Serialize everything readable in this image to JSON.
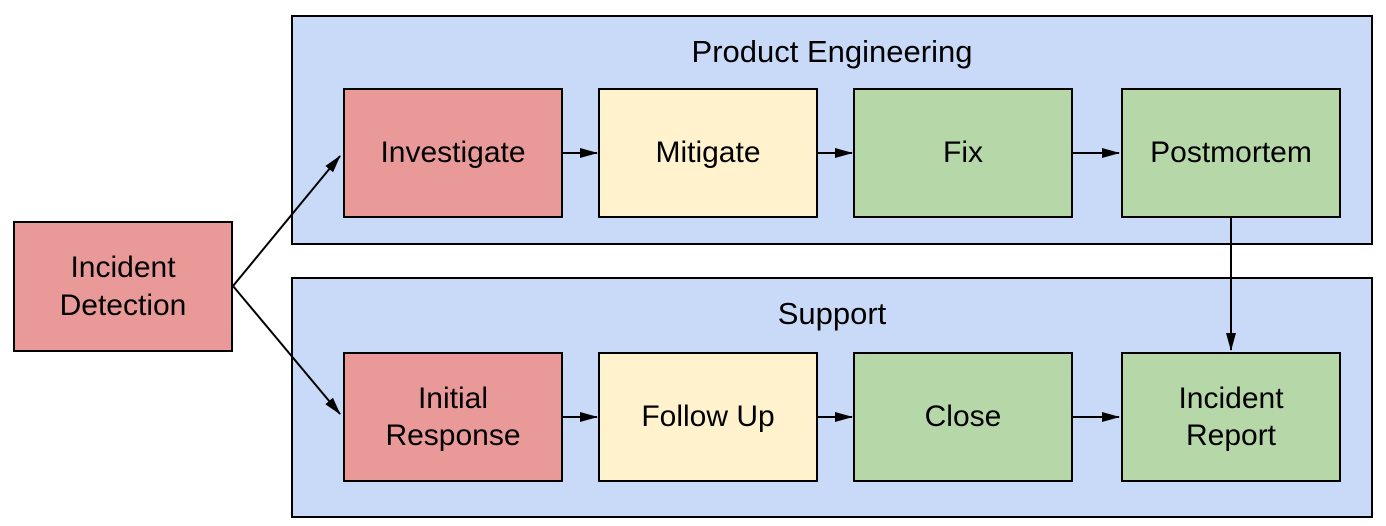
{
  "diagram_type": "flowchart",
  "colors": {
    "background": "#FFFFFF",
    "lane_fill": "#C9DAF8",
    "node_red": "#EA9999",
    "node_yellow": "#FFF2CC",
    "node_green": "#B6D7A8",
    "border": "#000000",
    "text": "#000000"
  },
  "start_node": {
    "label": "Incident Detection",
    "fill": "node_red"
  },
  "lanes": [
    {
      "title": "Product Engineering",
      "fill": "lane_fill",
      "nodes": [
        {
          "label": "Investigate",
          "fill": "node_red"
        },
        {
          "label": "Mitigate",
          "fill": "node_yellow"
        },
        {
          "label": "Fix",
          "fill": "node_green"
        },
        {
          "label": "Postmortem",
          "fill": "node_green"
        }
      ]
    },
    {
      "title": "Support",
      "fill": "lane_fill",
      "nodes": [
        {
          "label": "Initial Response",
          "fill": "node_red"
        },
        {
          "label": "Follow Up",
          "fill": "node_yellow"
        },
        {
          "label": "Close",
          "fill": "node_green"
        },
        {
          "label": "Incident Report",
          "fill": "node_green"
        }
      ]
    }
  ],
  "edges": [
    {
      "from": "Incident Detection",
      "to": "Investigate"
    },
    {
      "from": "Incident Detection",
      "to": "Initial Response"
    },
    {
      "from": "Investigate",
      "to": "Mitigate"
    },
    {
      "from": "Mitigate",
      "to": "Fix"
    },
    {
      "from": "Fix",
      "to": "Postmortem"
    },
    {
      "from": "Postmortem",
      "to": "Incident Report"
    },
    {
      "from": "Initial Response",
      "to": "Follow Up"
    },
    {
      "from": "Follow Up",
      "to": "Close"
    },
    {
      "from": "Close",
      "to": "Incident Report"
    }
  ]
}
